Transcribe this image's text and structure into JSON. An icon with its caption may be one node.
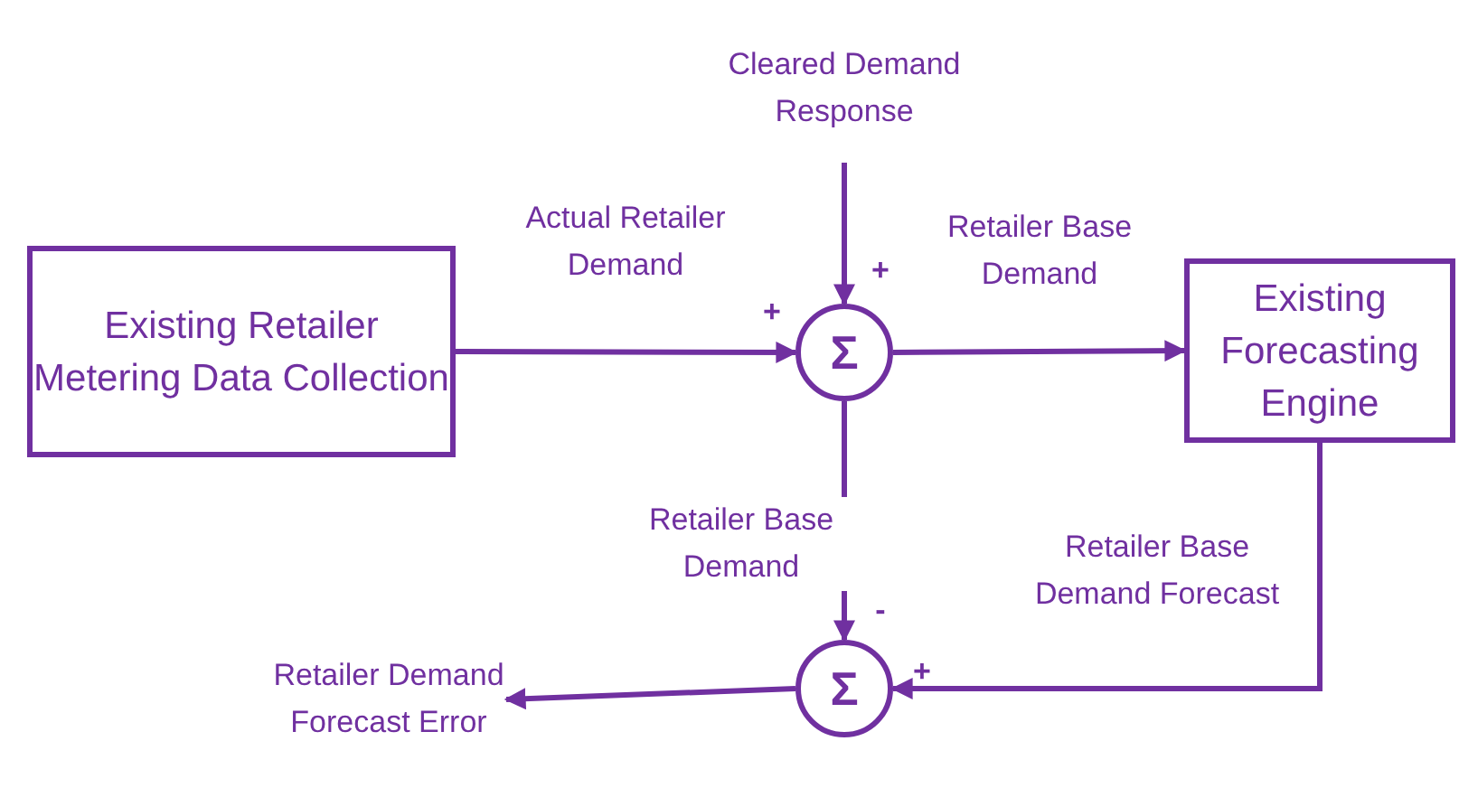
{
  "diagram": {
    "nodes": [
      {
        "text": [
          "Existing Retailer Metering Data Collection"
        ]
      },
      {
        "text": [
          "Σ"
        ]
      },
      {
        "text": [
          "Existing Forecasting Engine"
        ]
      },
      {
        "text": [
          "Σ"
        ]
      },
      {
        "text": [
          "Cleared Demand Response"
        ]
      },
      {
        "text": [
          "Retailer Demand Forecast Error"
        ]
      }
    ],
    "edges": [
      {
        "from": 4,
        "to": 1,
        "arrow": "to"
      },
      {
        "from": 0,
        "to": 1,
        "arrow": "to",
        "label": "Actual Retailer Demand"
      },
      {
        "from": 1,
        "to": 2,
        "arrow": "to",
        "label": "Retailer Base Demand"
      },
      {
        "from": 1,
        "to": 3,
        "arrow": "to",
        "label": "Retailer Base Demand"
      },
      {
        "from": 2,
        "to": 3,
        "arrow": "to",
        "label": "Retailer Base Demand Forecast"
      },
      {
        "from": 3,
        "to": 5,
        "arrow": "to"
      }
    ],
    "labels": [
      "+",
      "+",
      "-",
      "+"
    ]
  }
}
